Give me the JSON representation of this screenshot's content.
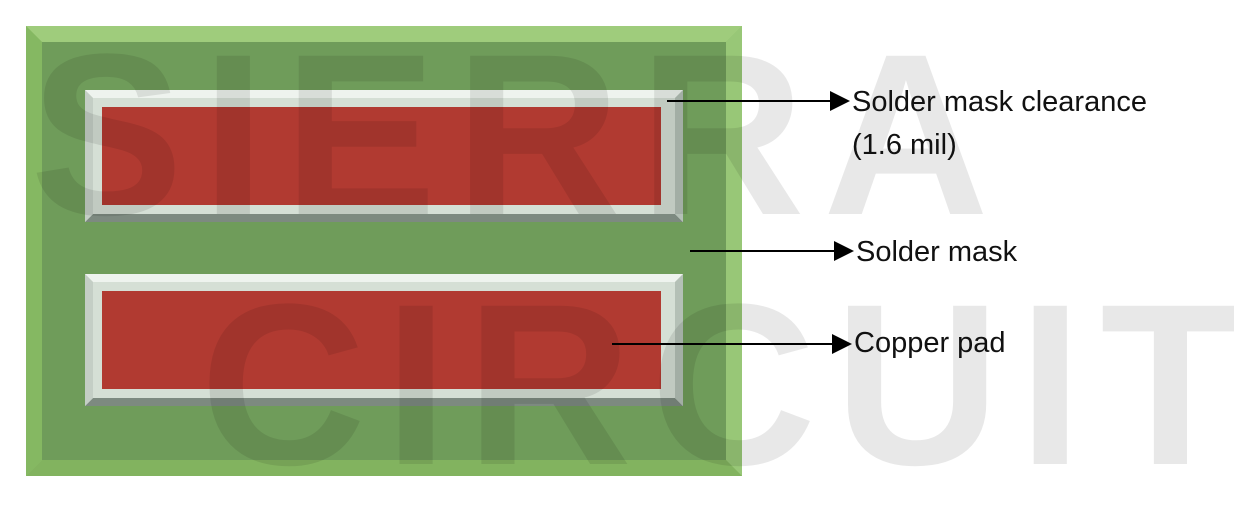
{
  "watermark": {
    "line1": "SIERRA",
    "line2": "CIRCUITS"
  },
  "labels": {
    "clearance": "Solder mask clearance",
    "clearance_value": "(1.6 mil)",
    "solder_mask": "Solder mask",
    "copper_pad": "Copper pad"
  },
  "colors": {
    "board_outer": "#8ec26a",
    "board_inner": "#6f9c5a",
    "clearance": "#d5dfd5",
    "copper": "#b13a31",
    "arrow": "#000000"
  }
}
